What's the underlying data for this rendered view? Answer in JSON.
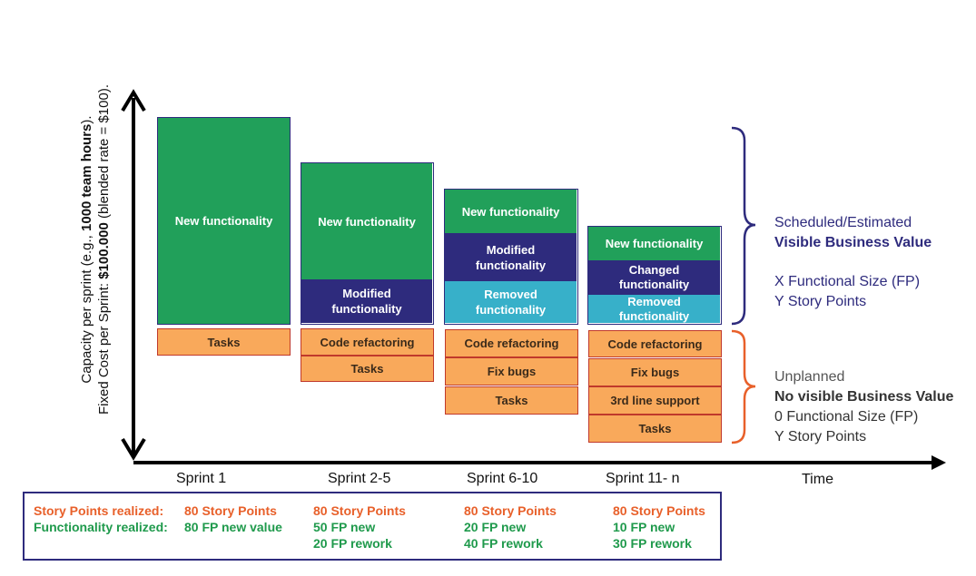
{
  "axis": {
    "y_label_line1_a": "Capacity per sprint (e.g., ",
    "y_label_line1_b": "1000 team hours",
    "y_label_line1_c": ").",
    "y_label_line2_a": "Fixed Cost per Sprint: ",
    "y_label_line2_b": "$100.000",
    "y_label_line2_c": " (blended rate = $100).",
    "x_label": "Time"
  },
  "sprints": [
    {
      "label": "Sprint 1",
      "planned": [
        "New functionality"
      ],
      "unplanned": [
        "Tasks"
      ]
    },
    {
      "label": "Sprint 2-5",
      "planned": [
        "New functionality",
        "Modified functionality"
      ],
      "unplanned": [
        "Code refactoring",
        "Tasks"
      ]
    },
    {
      "label": "Sprint 6-10",
      "planned": [
        "New functionality",
        "Modified functionality",
        "Removed functionality"
      ],
      "unplanned": [
        "Code refactoring",
        "Fix bugs",
        "Tasks"
      ]
    },
    {
      "label": "Sprint 11- n",
      "planned": [
        "New functionality",
        "Changed functionality",
        "Removed functionality"
      ],
      "unplanned": [
        "Code refactoring",
        "Fix bugs",
        "3rd line support",
        "Tasks"
      ]
    }
  ],
  "legend": {
    "planned_line1": "Scheduled/Estimated",
    "planned_line2": "Visible Business Value",
    "planned_line3": "X Functional Size (FP)",
    "planned_line4": "Y Story Points",
    "unplanned_line1": "Unplanned",
    "unplanned_line2": "No visible Business Value",
    "unplanned_line3": "0 Functional Size (FP)",
    "unplanned_line4": "Y Story Points"
  },
  "summary": {
    "story_label": "Story Points realized:",
    "func_label": "Functionality realized:",
    "cols": [
      {
        "story": "80 Story Points",
        "func1": "80 FP new value",
        "func2": ""
      },
      {
        "story": "80 Story Points",
        "func1": "50 FP new",
        "func2": "20 FP rework"
      },
      {
        "story": "80 Story Points",
        "func1": "20 FP new",
        "func2": "40 FP rework"
      },
      {
        "story": "80 Story Points",
        "func1": "10 FP new",
        "func2": "30 FP rework"
      }
    ]
  },
  "colors": {
    "new": "#21a05a",
    "modified": "#2e2b7d",
    "removed": "#37b0c9",
    "unplanned_fill": "#f9a95b",
    "unplanned_border": "#c0392b",
    "story_text": "#e8602a",
    "func_text": "#1f9a4c"
  }
}
